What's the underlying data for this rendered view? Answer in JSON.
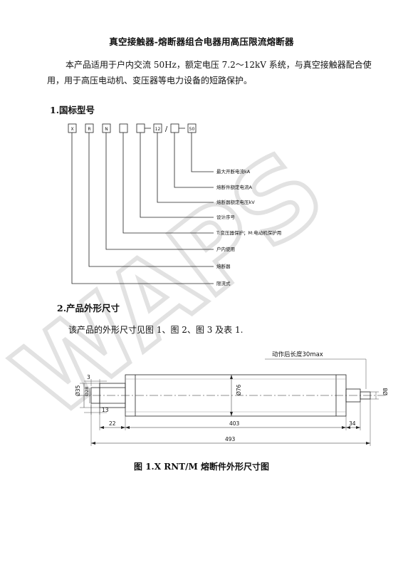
{
  "title": "真空接触器-熔断器组合电器用高压限流熔断器",
  "intro": "本产品适用于户内交流 50Hz，额定电压 7.2～12kV 系统，与真空接触器配合使用，用于高压电动机、变压器等电力设备的短路保护。",
  "section1": {
    "heading": "1.国标型号",
    "boxes": [
      "X",
      "R",
      "N",
      "",
      "",
      "12",
      "",
      "50"
    ],
    "separator": "/",
    "labels": [
      "最大开断电流kA",
      "熔断件额定电流A",
      "熔断器额定电压kV",
      "设计序号",
      "T:变压器保护；M:电动机保护用",
      "户内使用",
      "熔断器",
      "限流式"
    ]
  },
  "section2": {
    "heading": "2.产品外形尺寸",
    "text": "该产品的外形尺寸见图 1、图 2、图 3 及表 1."
  },
  "drawing": {
    "note": "动作后长度30max",
    "dims": {
      "d35": "Ø35",
      "d28": "Ø28",
      "d76": "Ø76",
      "d8": "Ø8",
      "w3": "3",
      "w13": "13",
      "w22": "22",
      "w403": "403",
      "w34": "34",
      "w493": "493"
    }
  },
  "caption": "图 1.X RNT/M 熔断件外形尺寸图",
  "watermark": "WAPS"
}
